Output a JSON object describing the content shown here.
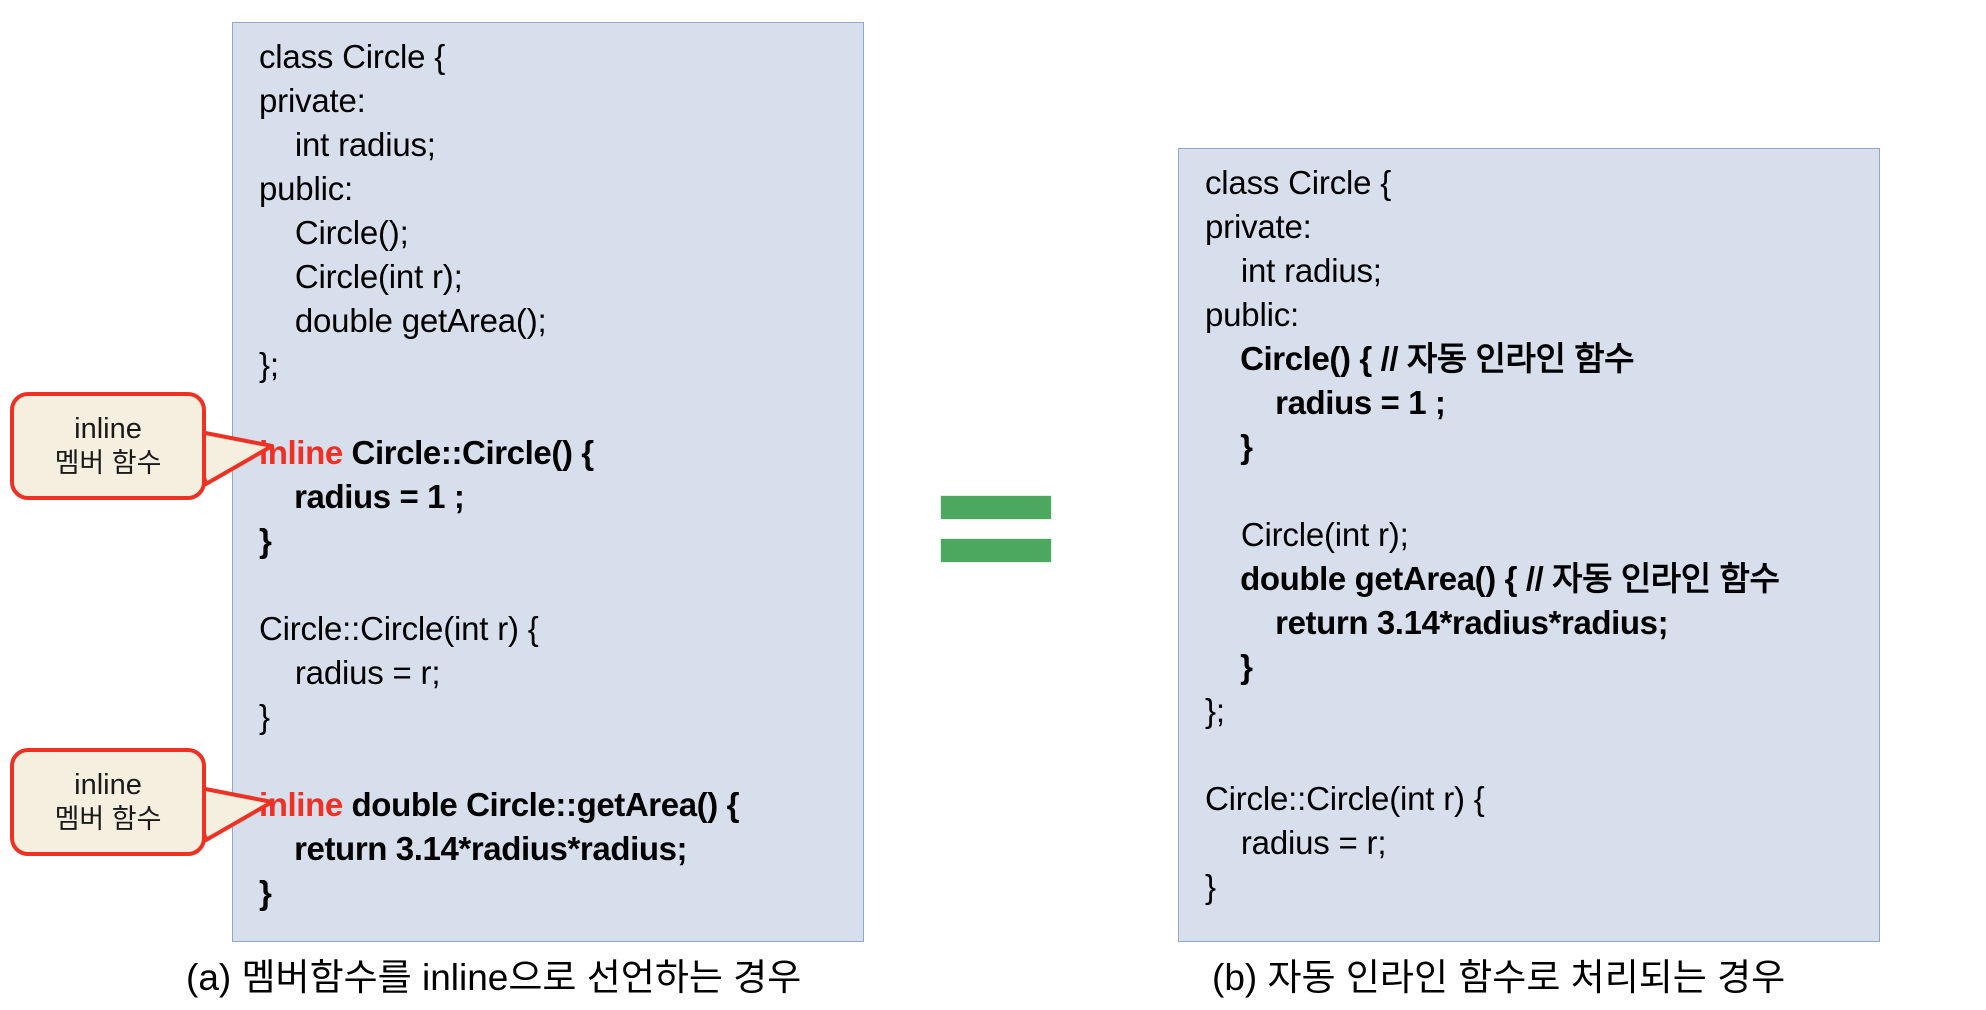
{
  "figure": {
    "kind": "cpp-inline-function-comparison-diagram",
    "equals_symbol": "=",
    "equals_color": "#4ca85e",
    "panel_background": "#d6dfeb",
    "panel_border": "#8faac9",
    "keyword_color": "#ef3124",
    "callout_fill": "#f5efe0",
    "callout_border": "#ef3124"
  },
  "panel_a": {
    "name": "member-function-declared-inline",
    "caption": "(a) 멤버함수를 inline으로 선언하는 경우",
    "lines": [
      {
        "id": "a1",
        "text": "class Circle {",
        "bold": false,
        "blank": false
      },
      {
        "id": "a2",
        "text": "private:",
        "bold": false,
        "blank": false
      },
      {
        "id": "a3",
        "text": "    int radius;",
        "bold": false,
        "blank": false
      },
      {
        "id": "a4",
        "text": "public:",
        "bold": false,
        "blank": false
      },
      {
        "id": "a5",
        "text": "    Circle();",
        "bold": false,
        "blank": false
      },
      {
        "id": "a6",
        "text": "    Circle(int r);",
        "bold": false,
        "blank": false
      },
      {
        "id": "a7",
        "text": "    double getArea();",
        "bold": false,
        "blank": false
      },
      {
        "id": "a8",
        "text": "};",
        "bold": false,
        "blank": false
      },
      {
        "id": "a9",
        "text": "",
        "bold": false,
        "blank": true
      },
      {
        "id": "a10",
        "keyword": "inline",
        "text": " Circle::Circle() {",
        "bold": true,
        "blank": false
      },
      {
        "id": "a11",
        "text": "    radius = 1 ;",
        "bold": true,
        "blank": false
      },
      {
        "id": "a12",
        "text": "}",
        "bold": true,
        "blank": false
      },
      {
        "id": "a13",
        "text": "",
        "bold": false,
        "blank": true
      },
      {
        "id": "a14",
        "text": "Circle::Circle(int r) {",
        "bold": false,
        "blank": false
      },
      {
        "id": "a15",
        "text": "    radius = r;",
        "bold": false,
        "blank": false
      },
      {
        "id": "a16",
        "text": "}",
        "bold": false,
        "blank": false
      },
      {
        "id": "a17",
        "text": "",
        "bold": false,
        "blank": true
      },
      {
        "id": "a18",
        "keyword": "inline",
        "text": " double Circle::getArea() {",
        "bold": true,
        "blank": false
      },
      {
        "id": "a19",
        "text": "    return 3.14*radius*radius;",
        "bold": true,
        "blank": false
      },
      {
        "id": "a20",
        "text": "}",
        "bold": true,
        "blank": false
      }
    ]
  },
  "panel_b": {
    "name": "automatic-inline-function",
    "caption": "(b) 자동 인라인 함수로 처리되는 경우",
    "lines": [
      {
        "id": "b1",
        "text": "class Circle {",
        "bold": false,
        "blank": false
      },
      {
        "id": "b2",
        "text": "private:",
        "bold": false,
        "blank": false
      },
      {
        "id": "b3",
        "text": "    int radius;",
        "bold": false,
        "blank": false
      },
      {
        "id": "b4",
        "text": "public:",
        "bold": false,
        "blank": false
      },
      {
        "id": "b5",
        "text": "    Circle() { // 자동 인라인 함수",
        "bold": true,
        "blank": false
      },
      {
        "id": "b6",
        "text": "        radius = 1 ;",
        "bold": true,
        "blank": false
      },
      {
        "id": "b7",
        "text": "    }",
        "bold": true,
        "blank": false
      },
      {
        "id": "b8",
        "text": "",
        "bold": false,
        "blank": true
      },
      {
        "id": "b9",
        "text": "    Circle(int r);",
        "bold": false,
        "blank": false
      },
      {
        "id": "b10",
        "text": "    double getArea() { // 자동 인라인 함수",
        "bold": true,
        "blank": false
      },
      {
        "id": "b11",
        "text": "        return 3.14*radius*radius;",
        "bold": true,
        "blank": false
      },
      {
        "id": "b12",
        "text": "    }",
        "bold": true,
        "blank": false
      },
      {
        "id": "b13",
        "text": "};",
        "bold": false,
        "blank": false
      },
      {
        "id": "b14",
        "text": "",
        "bold": false,
        "blank": true
      },
      {
        "id": "b15",
        "text": "Circle::Circle(int r) {",
        "bold": false,
        "blank": false
      },
      {
        "id": "b16",
        "text": "    radius = r;",
        "bold": false,
        "blank": false
      },
      {
        "id": "b17",
        "text": "}",
        "bold": false,
        "blank": false
      }
    ]
  },
  "callouts": [
    {
      "id": "callout-1",
      "line1": "inline",
      "line2": "멤버 함수"
    },
    {
      "id": "callout-2",
      "line1": "inline",
      "line2": "멤버 함수"
    }
  ]
}
